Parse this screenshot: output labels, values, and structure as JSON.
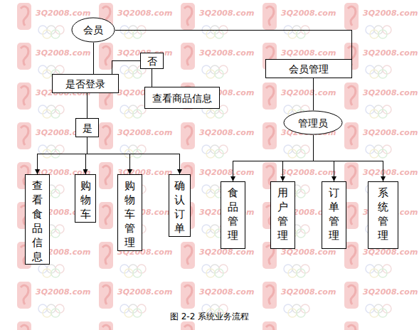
{
  "diagram": {
    "caption": "图 2-2 系统业务流程",
    "nodes": [
      {
        "text": [
          "会员"
        ]
      },
      {
        "text": [
          "会员管理"
        ]
      },
      {
        "text": [
          "否"
        ]
      },
      {
        "text": [
          "是否登录"
        ]
      },
      {
        "text": [
          "查看商品信息"
        ]
      },
      {
        "text": [
          "管理员"
        ]
      },
      {
        "text": [
          "是"
        ]
      },
      {
        "text": [
          "查看食品信息"
        ]
      },
      {
        "text": [
          "购物车"
        ]
      },
      {
        "text": [
          "购物车管理"
        ]
      },
      {
        "text": [
          "确认订单"
        ]
      },
      {
        "text": [
          "食品管理"
        ]
      },
      {
        "text": [
          "用户管理"
        ]
      },
      {
        "text": [
          "订单管理"
        ]
      },
      {
        "text": [
          "系统管理"
        ]
      }
    ],
    "edges": [
      {
        "from": 0,
        "to": 1,
        "arrow": "none"
      },
      {
        "from": 0,
        "to": 3,
        "arrow": "none"
      },
      {
        "from": 3,
        "to": 2,
        "arrow": "none"
      },
      {
        "from": 2,
        "to": 4,
        "arrow": "none"
      },
      {
        "from": 3,
        "to": 6,
        "arrow": "none"
      },
      {
        "from": 6,
        "to": 7,
        "arrow": "to"
      },
      {
        "from": 6,
        "to": 8,
        "arrow": "to"
      },
      {
        "from": 6,
        "to": 9,
        "arrow": "to"
      },
      {
        "from": 6,
        "to": 10,
        "arrow": "to"
      },
      {
        "from": 1,
        "to": 5,
        "arrow": "none"
      },
      {
        "from": 5,
        "to": 11,
        "arrow": "to"
      },
      {
        "from": 5,
        "to": 12,
        "arrow": "to"
      },
      {
        "from": 5,
        "to": 13,
        "arrow": "to"
      },
      {
        "from": 5,
        "to": 14,
        "arrow": "to"
      }
    ],
    "labels": [
      "3Q2008.com",
      "3Q2008.com",
      "3Q2008.com",
      "3Q2008.com",
      "3Q2008.com",
      "3Q2008.com",
      "3Q2008.com",
      "3Q2008.com",
      "3Q2008.com",
      "3Q2008.com",
      "3Q2008.com",
      "3Q2008.com",
      "3Q2008.com",
      "3Q2008.com",
      "3Q2008.com",
      "3Q2008.com",
      "3Q2008.com",
      "3Q2008.com",
      "3Q2008.com",
      "3Q2008.com",
      "3Q2008.com",
      "3Q2008.com",
      "3Q2008.com",
      "3Q2008.com",
      "3Q2008.com",
      "3Q2008.com",
      "3Q2008.com",
      "3Q2008.com",
      "3Q2008.com",
      "3Q2008.com",
      "3Q2008.com",
      "3Q2008.com",
      "3Q2008.com",
      "3Q2008.com",
      "3Q2008.com",
      "3Q2008.com",
      "3Q2008.com",
      "3Q2008.com",
      "3Q2008.com",
      "3Q2008.com"
    ]
  }
}
